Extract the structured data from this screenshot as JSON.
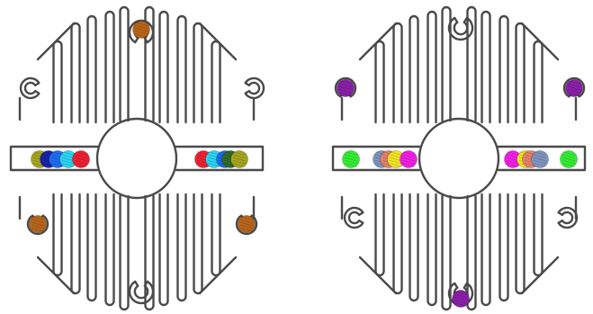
{
  "scene": {
    "background": "#ffffff",
    "wall_color": "#4a4a4a"
  },
  "boards": [
    {
      "name": "board-current",
      "pieces": [
        {
          "name": "piece-top-brown",
          "slot": "top",
          "color": "#b8651b"
        },
        {
          "name": "piece-bottom-left-brown",
          "slot": "bottom-left",
          "color": "#b8651b"
        },
        {
          "name": "piece-bottom-right-brown",
          "slot": "bottom-right",
          "color": "#b8651b"
        },
        {
          "name": "piece-left-olive",
          "slot": "bar-left-1",
          "color": "#a6a61e"
        },
        {
          "name": "piece-left-navy",
          "slot": "bar-left-2",
          "color": "#1a22a8"
        },
        {
          "name": "piece-left-blue",
          "slot": "bar-left-3",
          "color": "#1e6cf0"
        },
        {
          "name": "piece-left-cyan",
          "slot": "bar-left-4",
          "color": "#2ad4f2"
        },
        {
          "name": "piece-left-red",
          "slot": "bar-left-5",
          "color": "#ee2233"
        },
        {
          "name": "piece-right-red",
          "slot": "bar-right-1",
          "color": "#ee2233"
        },
        {
          "name": "piece-right-cyan",
          "slot": "bar-right-2",
          "color": "#2ad4f2"
        },
        {
          "name": "piece-right-blue",
          "slot": "bar-right-3",
          "color": "#1e6cf0"
        },
        {
          "name": "piece-right-green",
          "slot": "bar-right-4",
          "color": "#2f6b2a"
        },
        {
          "name": "piece-right-olive",
          "slot": "bar-right-5",
          "color": "#a6a61e"
        }
      ]
    },
    {
      "name": "board-target",
      "pieces": [
        {
          "name": "piece-upper-left-purple",
          "slot": "upper-left",
          "color": "#8a1fa8"
        },
        {
          "name": "piece-upper-right-purple",
          "slot": "upper-right",
          "color": "#8a1fa8"
        },
        {
          "name": "piece-bottom-purple",
          "slot": "bottom",
          "color": "#8a1fa8"
        },
        {
          "name": "piece-left-green",
          "slot": "bar-left-1",
          "color": "#33ee33"
        },
        {
          "name": "piece-left-steel",
          "slot": "bar-left-2",
          "color": "#7f95bf"
        },
        {
          "name": "piece-left-salmon",
          "slot": "bar-left-3",
          "color": "#e6826a"
        },
        {
          "name": "piece-left-yellow",
          "slot": "bar-left-4",
          "color": "#f2e526"
        },
        {
          "name": "piece-left-magenta",
          "slot": "bar-left-5",
          "color": "#f21ee6"
        },
        {
          "name": "piece-right-magenta",
          "slot": "bar-right-1",
          "color": "#f21ee6"
        },
        {
          "name": "piece-right-yellow",
          "slot": "bar-right-2",
          "color": "#f2e526"
        },
        {
          "name": "piece-right-salmon",
          "slot": "bar-right-3",
          "color": "#e6826a"
        },
        {
          "name": "piece-right-steel",
          "slot": "bar-right-4",
          "color": "#7f95bf"
        },
        {
          "name": "piece-right-green",
          "slot": "bar-right-5",
          "color": "#33ee33"
        }
      ]
    }
  ]
}
